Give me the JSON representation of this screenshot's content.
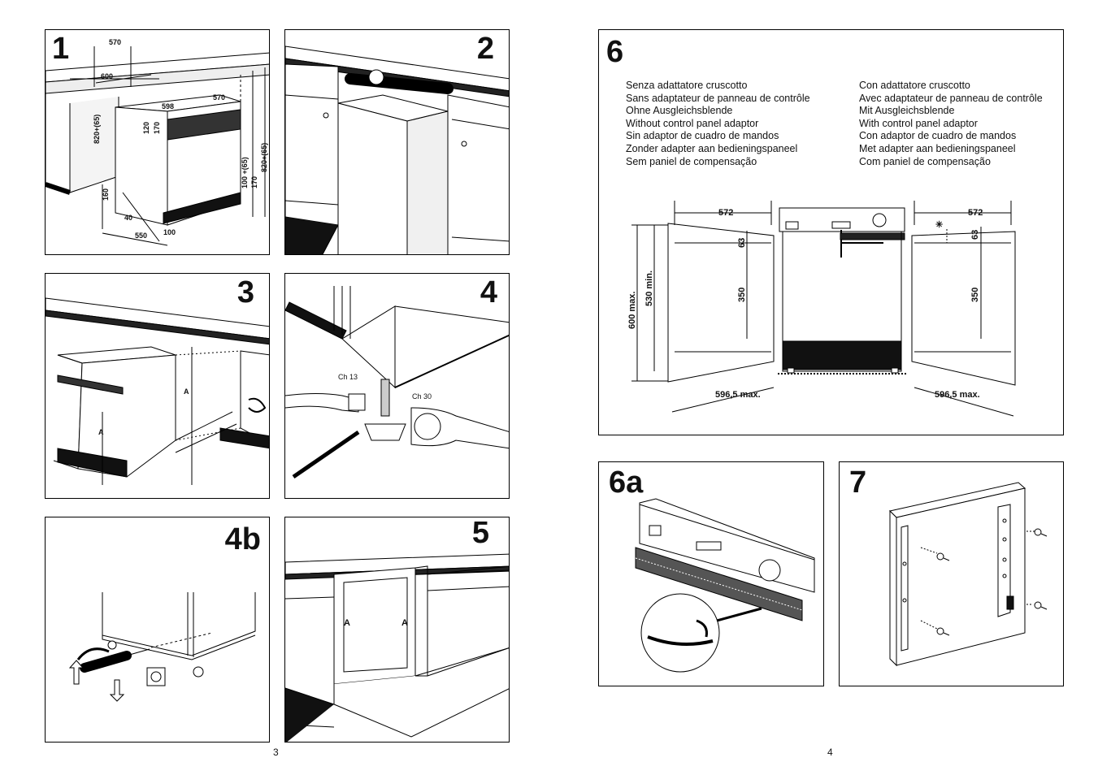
{
  "panels": {
    "p1": {
      "number": "1",
      "dims": {
        "d570_top": "570",
        "d600": "600",
        "d598": "598",
        "d570_side": "570",
        "d120": "120",
        "d170": "170",
        "d820a": "820+(65)",
        "d100": "100 +(65)",
        "d170b": "170",
        "d820b": "820+(65)",
        "d160": "160",
        "d40": "40",
        "d550": "550",
        "d100b": "100"
      }
    },
    "p2": {
      "number": "2"
    },
    "p3": {
      "number": "3",
      "labels": {
        "a1": "A",
        "a2": "A"
      }
    },
    "p4": {
      "number": "4",
      "labels": {
        "ch13": "Ch 13",
        "ch30": "Ch 30"
      }
    },
    "p4b": {
      "number": "4b"
    },
    "p5": {
      "number": "5",
      "labels": {
        "a1": "A",
        "a2": "A"
      }
    },
    "p6": {
      "number": "6",
      "col_left": [
        "Senza adattatore cruscotto",
        "Sans adaptateur de panneau de contrôle",
        "Ohne Ausgleichsblende",
        "Without control panel adaptor",
        "Sin adaptor de cuadro de mandos",
        "Zonder adapter aan bedieningspaneel",
        "Sem paniel de compensação"
      ],
      "col_right": [
        "Con adattatore cruscotto",
        "Avec adaptateur de panneau de contrôle",
        "Mit Ausgleichsblende",
        "With control panel adaptor",
        "Con adaptor de cuadro de mandos",
        "Met adapter aan bedieningspaneel",
        "Com paniel de compensação"
      ],
      "dims": {
        "w_left": "572",
        "w_right": "572",
        "h63_left": "63",
        "h63_right": "63",
        "h350_left": "350",
        "h350_right": "350",
        "max600": "600 max.",
        "min530": "530 min.",
        "dmax_left": "596,5 max.",
        "dmax_right": "596,5 max.",
        "star": "✳"
      }
    },
    "p6a": {
      "number": "6a"
    },
    "p7": {
      "number": "7"
    }
  },
  "page_numbers": {
    "left": "3",
    "right": "4"
  }
}
